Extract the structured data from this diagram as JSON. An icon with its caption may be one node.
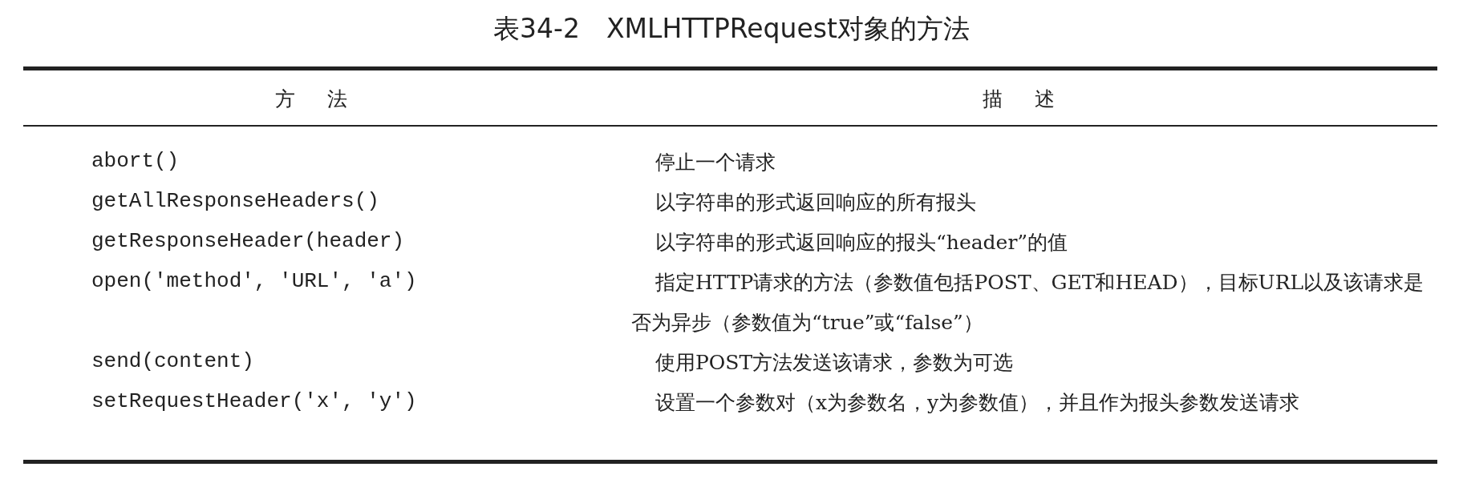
{
  "diagram": {
    "title": "表34-2　XMLHTTPRequest对象的方法",
    "labels": [
      "方法",
      "描述",
      "abort()",
      "停止一个请求",
      "getAllResponseHeaders()",
      "以字符串的形式返回响应的所有报头",
      "getResponseHeader(header)",
      "以字符串的形式返回响应的报头“header”的值",
      "open('method', 'URL', 'a')",
      "指定HTTP请求的方法（参数值包括POST、GET和HEAD），目标URL以及该请求是否为异步（参数值为“true”或“false”）",
      "send(content)",
      "使用POST方法发送该请求，参数为可选",
      "setRequestHeader('x', 'y')",
      "设置一个参数对（x为参数名，y为参数值），并且作为报头参数发送请求"
    ]
  }
}
